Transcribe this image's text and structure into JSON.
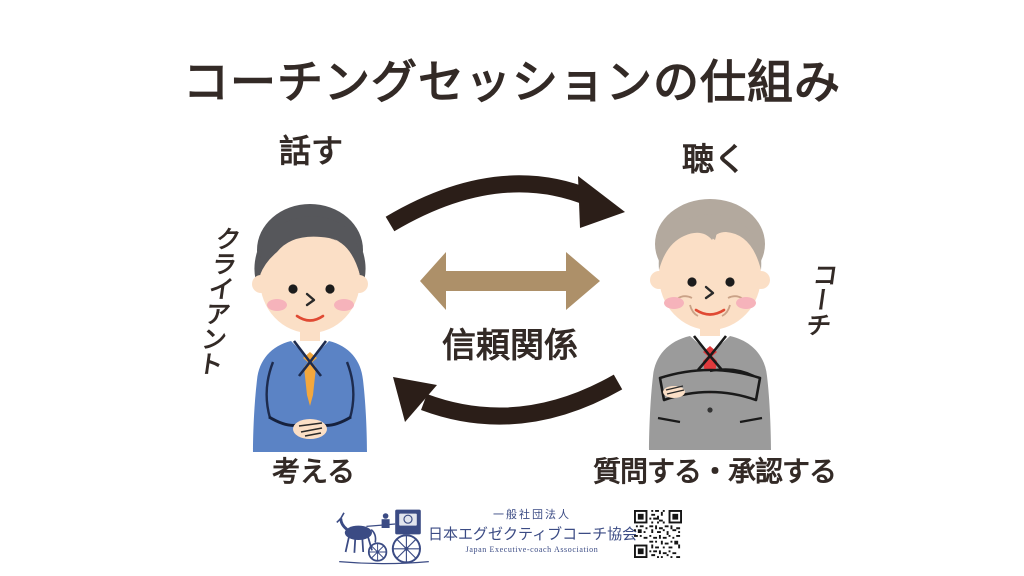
{
  "title": "コーチングセッションの仕組み",
  "client": {
    "role": "クライアント",
    "action_top": "話す",
    "action_bottom": "考える"
  },
  "coach": {
    "role": "コーチ",
    "action_top": "聴く",
    "action_bottom": "質問する・承認する"
  },
  "relationship": {
    "label": "信頼関係"
  },
  "footer": {
    "org_prefix": "一般社団法人",
    "org_name": "日本エグゼクティブコーチ協会",
    "org_name_en": "Japan Executive-coach Association"
  },
  "icons": {
    "top_arrow": "curved-arrow-right",
    "bottom_arrow": "curved-arrow-left",
    "center_arrow": "double-headed-arrow",
    "logo": "horse-carriage-logo",
    "qr": "qr-code"
  },
  "colors": {
    "text": "#332a26",
    "arrow_dark": "#2b1e18",
    "arrow_tan": "#ad9069",
    "logo_navy": "#3b4b84",
    "client_suit": "#5b83c5",
    "client_tie": "#f3a73d",
    "coach_suit": "#9b9b9b",
    "coach_tie": "#df3a3c"
  }
}
